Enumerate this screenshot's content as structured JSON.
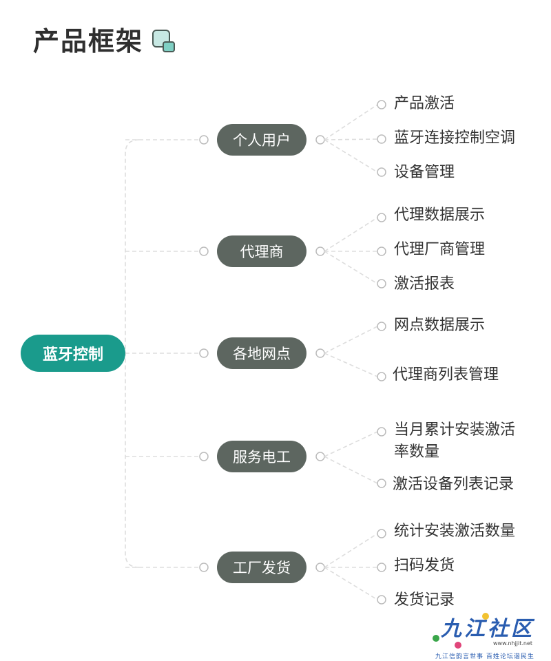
{
  "header": {
    "title": "产品框架"
  },
  "colors": {
    "root": "#1a9b8c",
    "category": "#5d6660",
    "line": "#dddddd",
    "dot": "#bbbbbb",
    "icon": "#9fd6cf"
  },
  "root": {
    "label": "蓝牙控制"
  },
  "categories": [
    {
      "label": "个人用户",
      "children": [
        "产品激活",
        "蓝牙连接控制空调",
        "设备管理"
      ]
    },
    {
      "label": "代理商",
      "children": [
        "代理数据展示",
        "代理厂商管理",
        "激活报表"
      ]
    },
    {
      "label": "各地网点",
      "children": [
        "网点数据展示",
        "代理商列表管理"
      ]
    },
    {
      "label": "服务电工",
      "children": [
        "当月累计安装激活率数量",
        "激活设备列表记录"
      ]
    },
    {
      "label": "工厂发货",
      "children": [
        "统计安装激活数量",
        "扫码发货",
        "发货记录"
      ]
    }
  ],
  "watermark": {
    "name": "九江社区",
    "url": "www.nhjjit.net",
    "slogan": "九江信韵言世事  百姓论坛谐民生"
  }
}
